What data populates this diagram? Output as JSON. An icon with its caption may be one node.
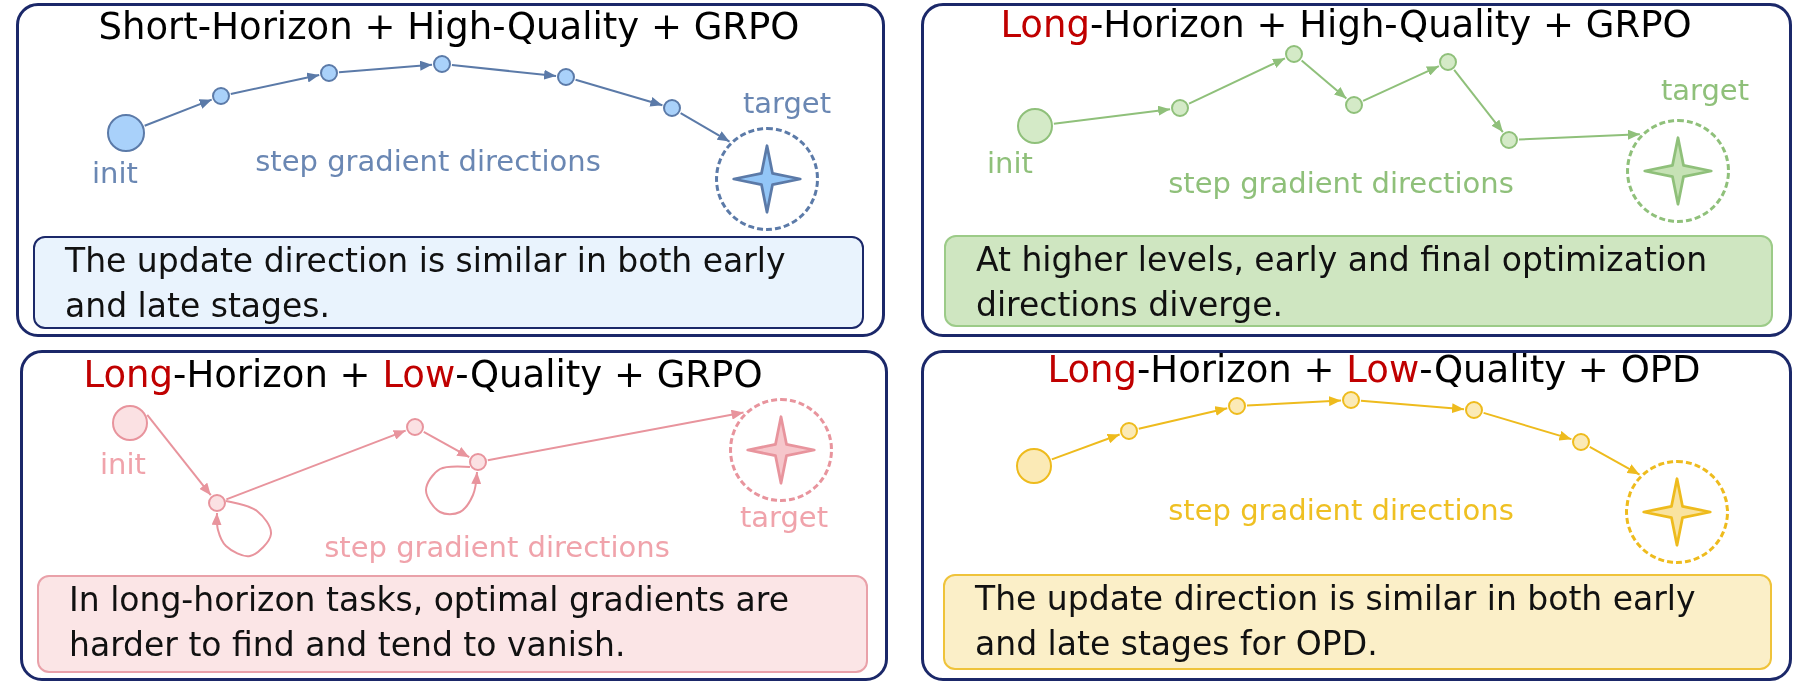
{
  "diagram": {
    "nodes": [
      {
        "text": [
          "Short-Horizon + High-Quality + GRPO",
          "step gradient directions"
        ]
      },
      {
        "text": [],
        "shape": "circle",
        "in": 0,
        "beside": [
          "init"
        ]
      },
      {
        "text": [],
        "shape": "circle",
        "in": 0
      },
      {
        "text": [],
        "shape": "circle",
        "in": 0
      },
      {
        "text": [],
        "shape": "circle",
        "in": 0
      },
      {
        "text": [],
        "shape": "circle",
        "in": 0
      },
      {
        "text": [],
        "shape": "circle",
        "in": 0
      },
      {
        "text": [],
        "shape": "circle",
        "in": 0,
        "beside": [
          "target"
        ]
      },
      {
        "text": [
          "The update direction is similar in both early and late stages."
        ],
        "in": 0
      },
      {
        "text": [
          "**Long**-Horizon + High-Quality + GRPO",
          "step gradient directions"
        ]
      },
      {
        "text": [],
        "shape": "circle",
        "in": 9,
        "beside": [
          "init"
        ]
      },
      {
        "text": [],
        "shape": "circle",
        "in": 9
      },
      {
        "text": [],
        "shape": "circle",
        "in": 9
      },
      {
        "text": [],
        "shape": "circle",
        "in": 9
      },
      {
        "text": [],
        "shape": "circle",
        "in": 9
      },
      {
        "text": [],
        "shape": "circle",
        "in": 9
      },
      {
        "text": [],
        "shape": "circle",
        "in": 9,
        "beside": [
          "target"
        ]
      },
      {
        "text": [
          "At higher levels, early and final optimization directions diverge."
        ],
        "in": 9
      },
      {
        "text": [
          "**Long**-Horizon + **Low**-Quality + GRPO",
          "step gradient directions"
        ]
      },
      {
        "text": [],
        "shape": "circle",
        "in": 18,
        "beside": [
          "init"
        ]
      },
      {
        "text": [],
        "shape": "circle",
        "in": 18
      },
      {
        "text": [],
        "shape": "circle",
        "in": 18
      },
      {
        "text": [],
        "shape": "circle",
        "in": 18
      },
      {
        "text": [],
        "shape": "circle",
        "in": 18,
        "beside": [
          "target"
        ]
      },
      {
        "text": [
          "In long-horizon tasks, optimal gradients are harder to find and tend to vanish."
        ],
        "in": 18
      },
      {
        "text": [
          "**Long**-Horizon + **Low**-Quality + OPD",
          "step gradient directions"
        ]
      },
      {
        "text": [],
        "shape": "circle",
        "in": 25
      },
      {
        "text": [],
        "shape": "circle",
        "in": 25
      },
      {
        "text": [],
        "shape": "circle",
        "in": 25
      },
      {
        "text": [],
        "shape": "circle",
        "in": 25
      },
      {
        "text": [],
        "shape": "circle",
        "in": 25
      },
      {
        "text": [],
        "shape": "circle",
        "in": 25
      },
      {
        "text": [],
        "shape": "circle",
        "in": 25
      },
      {
        "text": [
          "The update direction is similar in both early and late stages for OPD."
        ],
        "in": 25
      }
    ],
    "edges": [
      {
        "from": 1,
        "to": 2,
        "arrow": "to",
        "color": "#5b7aa8"
      },
      {
        "from": 2,
        "to": 3,
        "arrow": "to",
        "color": "#5b7aa8"
      },
      {
        "from": 3,
        "to": 4,
        "arrow": "to",
        "color": "#5b7aa8"
      },
      {
        "from": 4,
        "to": 5,
        "arrow": "to",
        "color": "#5b7aa8"
      },
      {
        "from": 5,
        "to": 6,
        "arrow": "to",
        "color": "#5b7aa8"
      },
      {
        "from": 6,
        "to": 7,
        "arrow": "to",
        "color": "#5b7aa8"
      },
      {
        "from": 10,
        "to": 11,
        "arrow": "to",
        "color": "#8fc07a"
      },
      {
        "from": 11,
        "to": 12,
        "arrow": "to",
        "color": "#8fc07a"
      },
      {
        "from": 12,
        "to": 13,
        "arrow": "to",
        "color": "#8fc07a"
      },
      {
        "from": 13,
        "to": 14,
        "arrow": "to",
        "color": "#8fc07a"
      },
      {
        "from": 14,
        "to": 15,
        "arrow": "to",
        "color": "#8fc07a"
      },
      {
        "from": 15,
        "to": 16,
        "arrow": "to",
        "color": "#8fc07a"
      },
      {
        "from": 19,
        "to": 20,
        "arrow": "to",
        "color": "#e8949d"
      },
      {
        "from": 20,
        "to": 20,
        "arrow": "to",
        "color": "#e8949d"
      },
      {
        "from": 20,
        "to": 21,
        "arrow": "to",
        "color": "#e8949d"
      },
      {
        "from": 21,
        "to": 22,
        "arrow": "to",
        "color": "#e8949d"
      },
      {
        "from": 22,
        "to": 22,
        "arrow": "to",
        "color": "#e8949d"
      },
      {
        "from": 22,
        "to": 23,
        "arrow": "to",
        "color": "#e8949d"
      },
      {
        "from": 26,
        "to": 27,
        "arrow": "to",
        "color": "#eebb1d"
      },
      {
        "from": 27,
        "to": 28,
        "arrow": "to",
        "color": "#eebb1d"
      },
      {
        "from": 28,
        "to": 29,
        "arrow": "to",
        "color": "#eebb1d"
      },
      {
        "from": 29,
        "to": 30,
        "arrow": "to",
        "color": "#eebb1d"
      },
      {
        "from": 30,
        "to": 31,
        "arrow": "to",
        "color": "#eebb1d"
      },
      {
        "from": 31,
        "to": 32,
        "arrow": "to",
        "color": "#eebb1d"
      }
    ]
  }
}
